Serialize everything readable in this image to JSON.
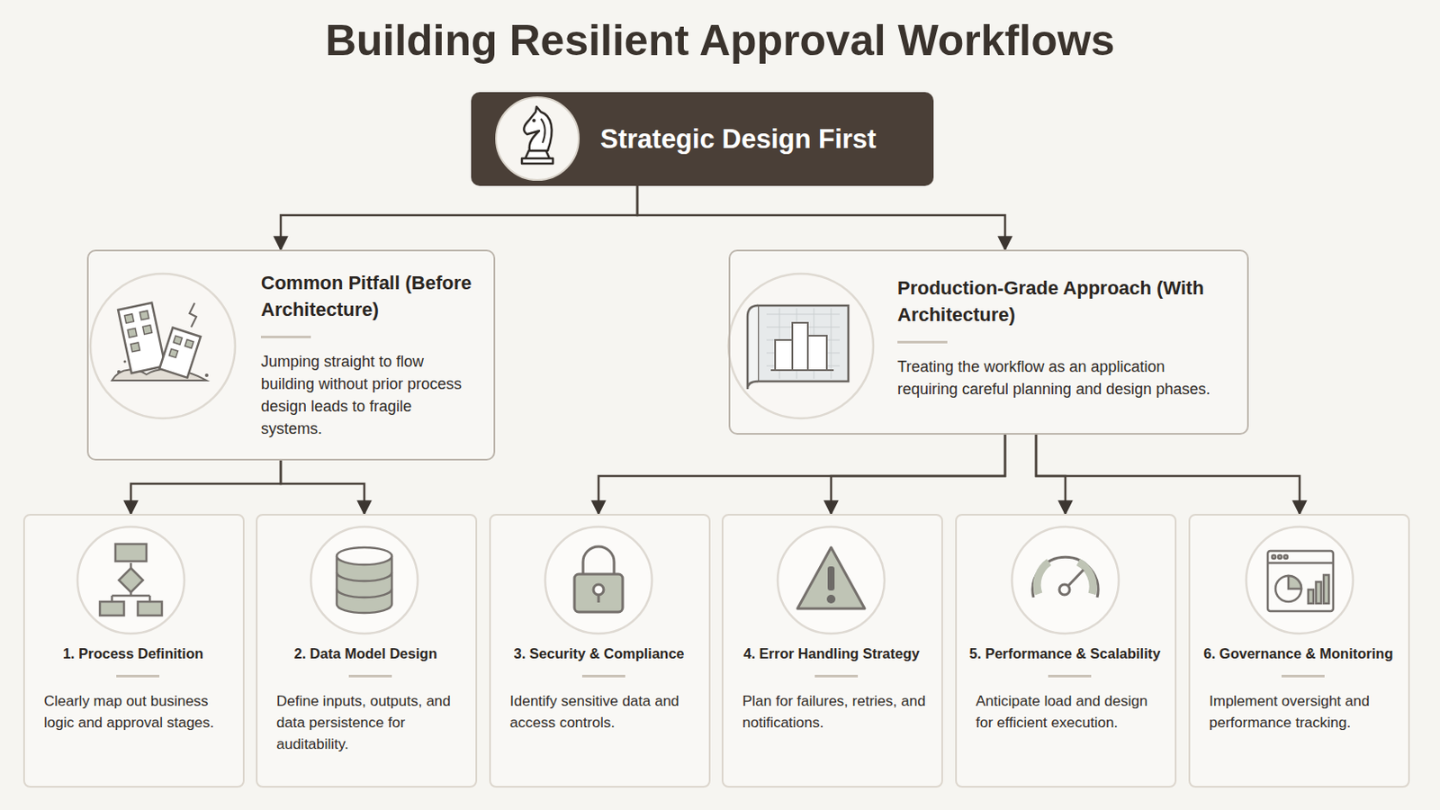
{
  "diagram": {
    "title": "Building Resilient Approval Workflows",
    "nodes": [
      {
        "text": [
          "Strategic Design First"
        ]
      },
      {
        "text": [
          "Common Pitfall (Before Architecture)",
          "Jumping straight to flow building without prior process design leads to fragile systems."
        ]
      },
      {
        "text": [
          "Production-Grade Approach (With Architecture)",
          "Treating the workflow as an application requiring careful planning and design phases."
        ]
      },
      {
        "text": [
          "1. Process Definition",
          "Clearly map out business logic and approval stages."
        ]
      },
      {
        "text": [
          "2. Data Model Design",
          "Define inputs, outputs, and data persistence for auditability."
        ]
      },
      {
        "text": [
          "3. Security & Compliance",
          "Identify sensitive data and access controls."
        ]
      },
      {
        "text": [
          "4. Error Handling Strategy",
          "Plan for failures, retries, and notifications."
        ]
      },
      {
        "text": [
          "5. Performance & Scalability",
          "Anticipate load and design for efficient execution."
        ]
      },
      {
        "text": [
          "6. Governance & Monitoring",
          "Implement oversight and performance tracking."
        ]
      }
    ],
    "edges": [
      {
        "from": 0,
        "to": 1,
        "arrow": "to"
      },
      {
        "from": 0,
        "to": 2,
        "arrow": "to"
      },
      {
        "from": 1,
        "to": 3,
        "arrow": "to"
      },
      {
        "from": 1,
        "to": 4,
        "arrow": "to"
      },
      {
        "from": 2,
        "to": 5,
        "arrow": "to"
      },
      {
        "from": 2,
        "to": 6,
        "arrow": "to"
      },
      {
        "from": 2,
        "to": 7,
        "arrow": "to"
      },
      {
        "from": 2,
        "to": 8,
        "arrow": "to"
      }
    ]
  }
}
